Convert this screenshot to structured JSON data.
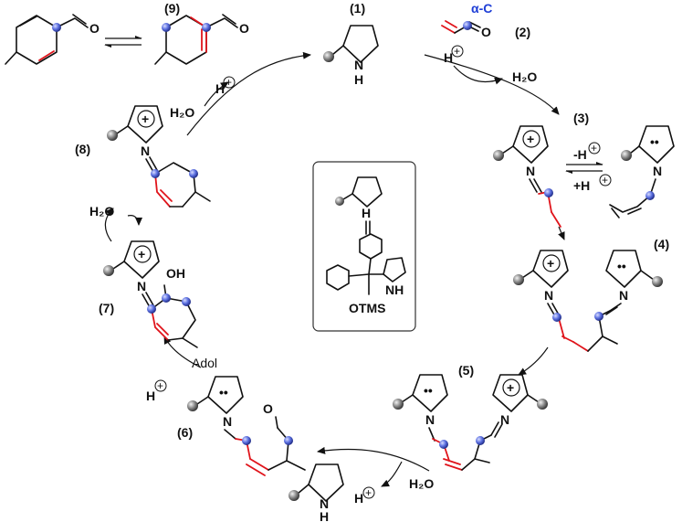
{
  "labels": {
    "c1": "(1)",
    "c2": "(2)",
    "c3": "(3)",
    "c4": "(4)",
    "c5": "(5)",
    "c6": "(6)",
    "c7": "(7)",
    "c8": "(8)",
    "c9": "(9)"
  },
  "reagents": {
    "alpha_c": "α-C",
    "water": "H₂O",
    "h_plus": "H",
    "adol": "Adol",
    "minus_h": "-H",
    "plus_h": "+H"
  },
  "atoms": {
    "O": "O",
    "N": "N",
    "NH": "NH",
    "H": "H",
    "OH": "OH",
    "OTMS": "OTMS",
    "plus": "+"
  },
  "colors": {
    "highlight_bond": "#e0141b",
    "alpha_carbon_label": "#1f3fd6",
    "sphere_blue": "#5b6fe0",
    "sphere_grey": "#888888"
  }
}
